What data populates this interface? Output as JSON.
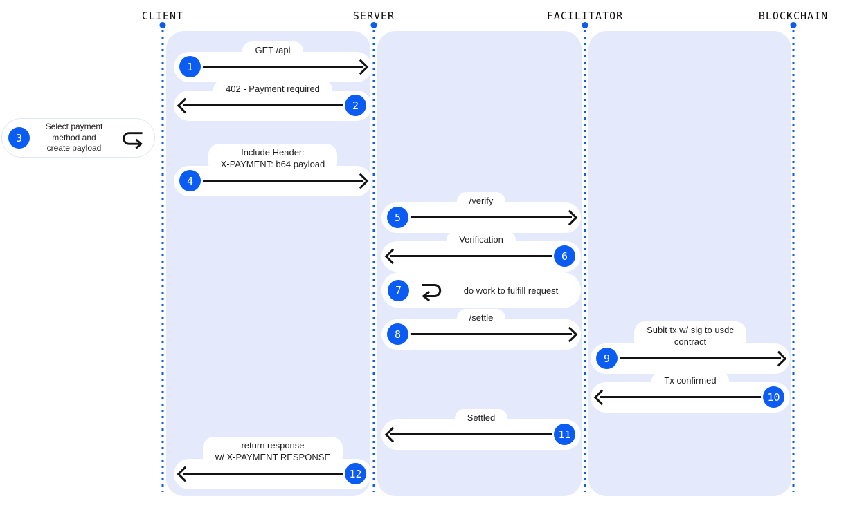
{
  "actors": [
    "CLIENT",
    "SERVER",
    "FACILITATOR",
    "BLOCKCHAIN"
  ],
  "colors": {
    "accent_blue": "#0b5cf2",
    "panel_fill": "#e4e9fc",
    "arrow_black": "#131313",
    "bubble_white": "#ffffff"
  },
  "icons": {
    "note_icon": "hook-arrow-right-icon",
    "self_work_icon": "loop-return-arrow-icon",
    "lifeline_style": "blue-dotted-line"
  },
  "messages": {
    "m1": {
      "num": "1",
      "label": "GET /api",
      "from": "CLIENT",
      "to": "SERVER",
      "direction": "right"
    },
    "m2": {
      "num": "2",
      "label": "402 - Payment required",
      "from": "SERVER",
      "to": "CLIENT",
      "direction": "left"
    },
    "m3": {
      "num": "3",
      "type": "note",
      "actor": "CLIENT",
      "line1": "Select payment",
      "line2": "method and",
      "line3": "create payload"
    },
    "m4": {
      "num": "4",
      "line1": "Include Header:",
      "line2": "X-PAYMENT: b64 payload",
      "from": "CLIENT",
      "to": "SERVER",
      "direction": "right"
    },
    "m5": {
      "num": "5",
      "label": "/verify",
      "from": "SERVER",
      "to": "FACILITATOR",
      "direction": "right"
    },
    "m6": {
      "num": "6",
      "label": "Verification",
      "from": "FACILITATOR",
      "to": "SERVER",
      "direction": "left"
    },
    "m7": {
      "num": "7",
      "type": "self",
      "actor": "SERVER",
      "label": "do work to fulfill request"
    },
    "m8": {
      "num": "8",
      "label": "/settle",
      "from": "SERVER",
      "to": "FACILITATOR",
      "direction": "right"
    },
    "m9": {
      "num": "9",
      "line1": "Subit tx w/ sig to usdc",
      "line2": "contract",
      "from": "FACILITATOR",
      "to": "BLOCKCHAIN",
      "direction": "right"
    },
    "m10": {
      "num": "10",
      "label": "Tx confirmed",
      "from": "BLOCKCHAIN",
      "to": "FACILITATOR",
      "direction": "left"
    },
    "m11": {
      "num": "11",
      "label": "Settled",
      "from": "FACILITATOR",
      "to": "SERVER",
      "direction": "left"
    },
    "m12": {
      "num": "12",
      "line1": "return response",
      "line2": "w/ X-PAYMENT RESPONSE",
      "from": "SERVER",
      "to": "CLIENT",
      "direction": "left"
    }
  }
}
